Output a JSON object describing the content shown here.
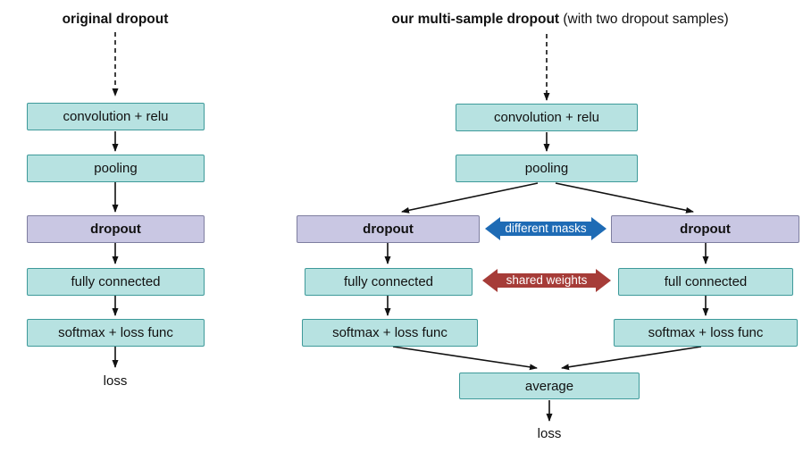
{
  "left": {
    "title": "original dropout",
    "nodes": [
      {
        "label": "convolution + relu"
      },
      {
        "label": "pooling"
      },
      {
        "label": "dropout"
      },
      {
        "label": "fully connected"
      },
      {
        "label": "softmax + loss func"
      }
    ],
    "loss": "loss"
  },
  "right": {
    "title_bold": "our multi-sample dropout",
    "title_rest": " (with two dropout samples)",
    "trunk_nodes": [
      {
        "label": "convolution + relu"
      },
      {
        "label": "pooling"
      }
    ],
    "left_branch": [
      {
        "label": "dropout"
      },
      {
        "label": "fully connected"
      },
      {
        "label": "softmax + loss func"
      }
    ],
    "right_branch": [
      {
        "label": "dropout"
      },
      {
        "label": "full connected"
      },
      {
        "label": "softmax + loss func"
      }
    ],
    "masks_label": "different masks",
    "weights_label": "shared weights",
    "average": "average",
    "loss": "loss"
  },
  "colors": {
    "node_fill": "#b7e2e1",
    "node_border": "#3e9a9a",
    "dropout_fill": "#c9c7e3",
    "dropout_border": "#7e7ea0",
    "masks_arrow": "#1e6bb5",
    "weights_arrow": "#a63c38",
    "arrow_black": "#111111"
  }
}
